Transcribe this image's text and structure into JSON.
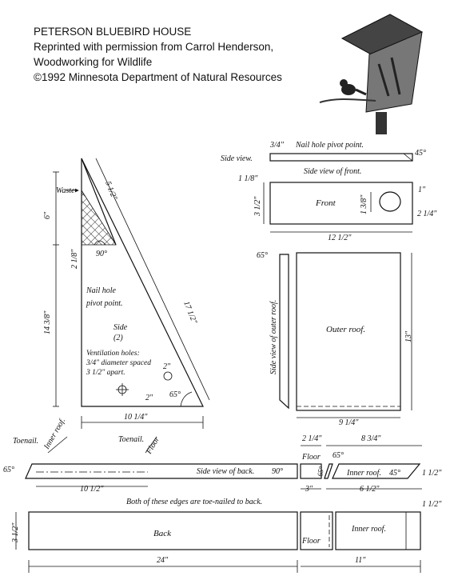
{
  "header": {
    "title": "PETERSON BLUEBIRD HOUSE",
    "line2": "Reprinted with permission from Carrol Henderson,",
    "line3": "Woodworking for Wildlife",
    "line4": "©1992 Minnesota Department of Natural Resources"
  },
  "side": {
    "waste": "Waste",
    "dim_top_slant": "5 1/2\"",
    "dim_6": "6\"",
    "dim_2_1_8": "2 1/8\"",
    "angle_90": "90°",
    "nail_hole_1": "Nail hole",
    "nail_hole_2": "pivot point.",
    "dim_14_3_8": "14 3/8\"",
    "dim_17_1_2": "17 1/2\"",
    "side_label": "Side",
    "side_count": "(2)",
    "vent1": "Ventilation holes:",
    "vent2": "3/4\" diameter spaced",
    "vent3": "3 1/2\" apart.",
    "dim_2a": "2\"",
    "dim_2b": "2\"",
    "angle_65": "65°",
    "dim_10_1_4": "10 1/4\""
  },
  "front": {
    "dim_3_4": "3/4\"",
    "nail_pivot": "Nail hole pivot point.",
    "side_view": "Side view.",
    "angle_45": "45°",
    "dim_1_1_8": "1 1/8\"",
    "side_view_front": "Side view of front.",
    "dim_1": "1\"",
    "dim_3_1_2": "3 1/2\"",
    "dim_1_3_8": "1 3/8\"",
    "front_label": "Front",
    "dim_2_1_4": "2 1/4\"",
    "dim_12_1_2": "12 1/2\""
  },
  "roof": {
    "angle_65": "65°",
    "side_view_outer": "Side view of outer roof.",
    "outer_roof": "Outer roof.",
    "dim_13": "13\"",
    "dim_9_1_4": "9 1/4\""
  },
  "back": {
    "toenail1": "Toenail.",
    "inner_roof": "Inner roof.",
    "toenail2": "Toenail.",
    "floor_slant": "Floor",
    "angle_65": "65°",
    "side_view_back": "Side view of back.",
    "angle_90": "90°",
    "dim_10_1_2": "10 1/2\"",
    "toe_note": "Both of these edges are toe-nailed to back.",
    "dim_3_1_2": "3 1/2\"",
    "back_label": "Back",
    "dim_24": "24\""
  },
  "floor_group": {
    "dim_2_1_4": "2 1/4\"",
    "dim_8_3_4": "8 3/4\"",
    "floor": "Floor",
    "angle_65a": "65°",
    "angle_65b": "65°",
    "inner_roof": "Inner roof.",
    "angle_45": "45°",
    "dim_1_1_2a": "1 1/2\"",
    "dim_3": "3\"",
    "dim_6_1_2": "6 1/2\"",
    "dim_1_1_2b": "1 1/2\"",
    "floor_bottom": "Floor",
    "inner_roof_bottom": "Inner roof.",
    "dim_11": "11\""
  }
}
